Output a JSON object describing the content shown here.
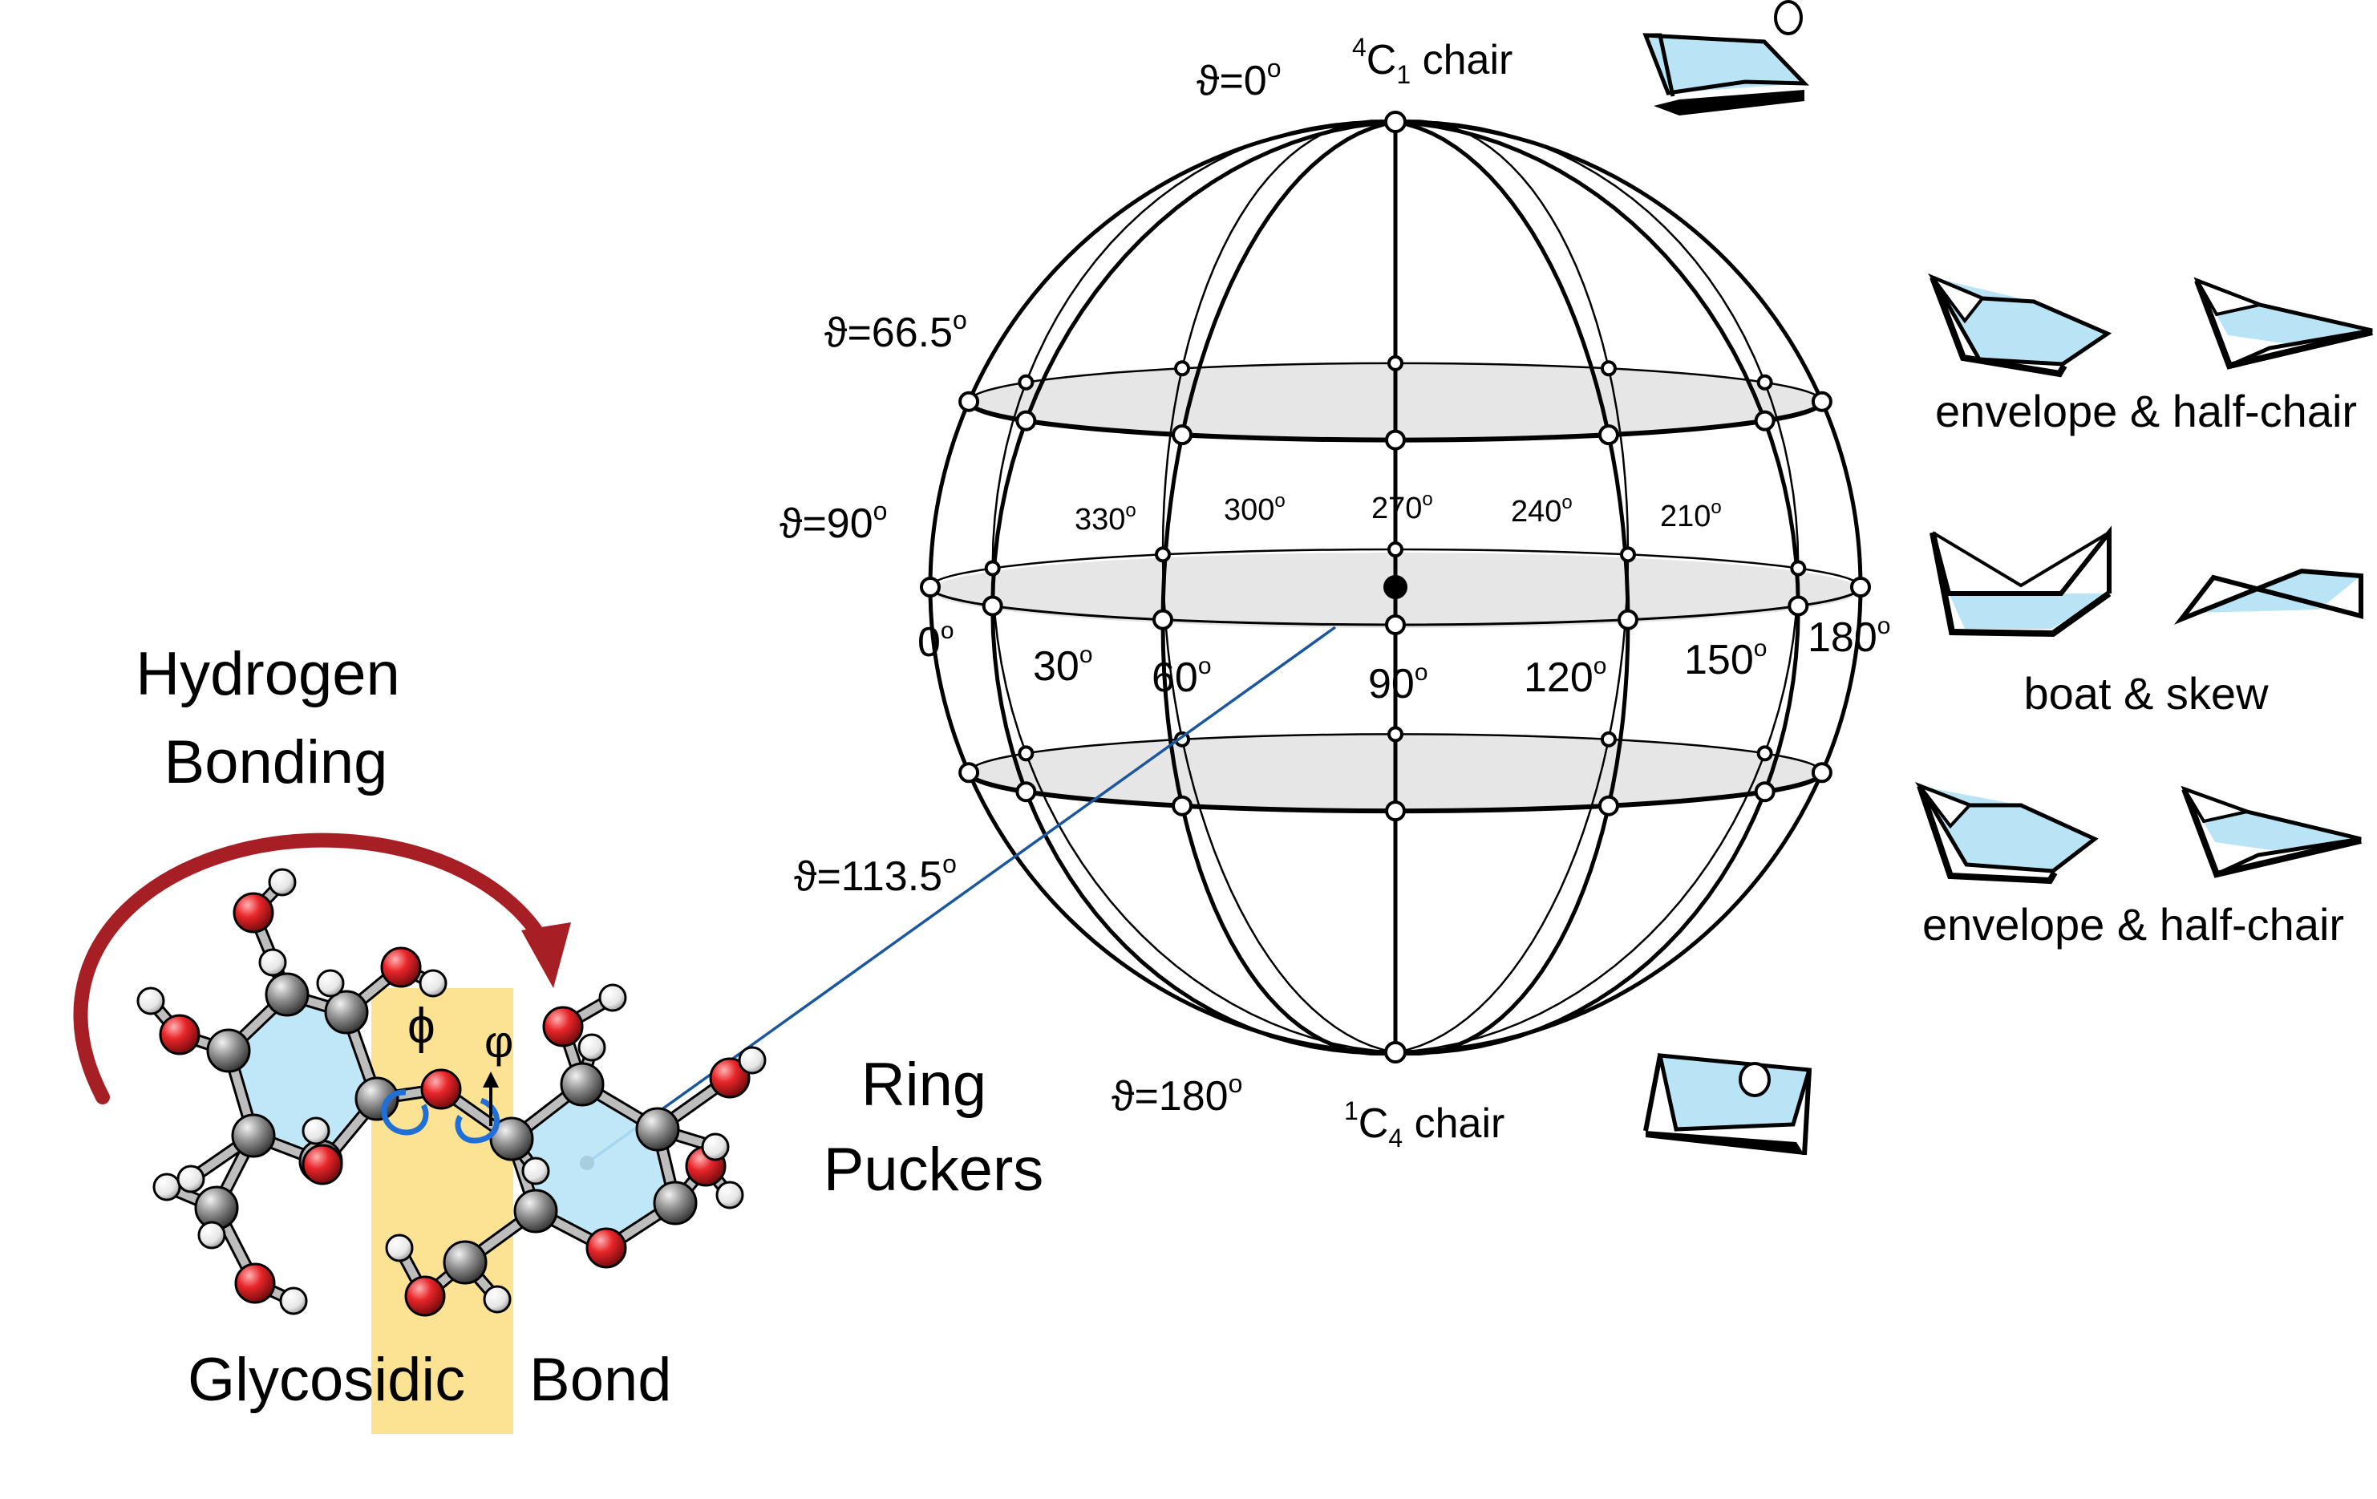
{
  "labels": {
    "hydrogen_line1": "Hydrogen",
    "hydrogen_line2": "Bonding",
    "glycosidic_a": "Glycosidic",
    "glycosidic_b": "Bond",
    "ring_line1": "Ring",
    "ring_line2": "Puckers",
    "phi": "ϕ",
    "varphi": "φ"
  },
  "sphere": {
    "north_pre": "4",
    "north_main": "C",
    "north_sub": "1",
    "north_rest": " chair",
    "south_pre": "1",
    "south_main": "C",
    "south_sub": "4",
    "south_rest": "  chair",
    "theta_labels": [
      {
        "text": "ϑ=0",
        "sup": "o"
      },
      {
        "text": "ϑ=66.5",
        "sup": "o"
      },
      {
        "text": "ϑ=90",
        "sup": "o"
      },
      {
        "text": "ϑ=113.5",
        "sup": "o"
      },
      {
        "text": "ϑ=180",
        "sup": "o"
      }
    ],
    "phi_front": [
      {
        "text": "0",
        "sup": "o"
      },
      {
        "text": "30",
        "sup": "o"
      },
      {
        "text": "60",
        "sup": "o"
      },
      {
        "text": "90",
        "sup": "o"
      },
      {
        "text": "120",
        "sup": "o"
      },
      {
        "text": "150",
        "sup": "o"
      },
      {
        "text": "180",
        "sup": "o"
      }
    ],
    "phi_back": [
      {
        "text": "330",
        "sup": "o"
      },
      {
        "text": "300",
        "sup": "o"
      },
      {
        "text": "270",
        "sup": "o"
      },
      {
        "text": "240",
        "sup": "o"
      },
      {
        "text": "210",
        "sup": "o"
      }
    ]
  },
  "conformers": {
    "upper": "envelope & half-chair",
    "middle": "boat & skew",
    "lower": "envelope & half-chair"
  },
  "colors": {
    "ring_fill": "#b8e4f6",
    "oxygen": "#e8262a",
    "carbon": "#8f8f8f",
    "hydrogen": "#f4f4f4",
    "arrow": "#a51f24",
    "highlight": "#fce394",
    "rotation": "#1f6fd6",
    "leader_line": "#1b57a0",
    "band_fill": "#e6e6e6"
  }
}
